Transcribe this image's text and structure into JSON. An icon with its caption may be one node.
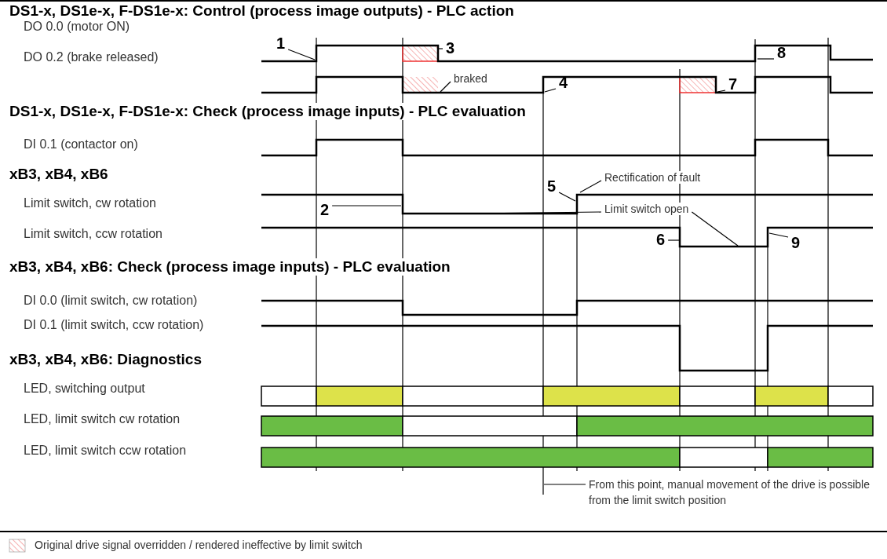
{
  "diagram": {
    "nodes": [
      {
        "text": [
          "1"
        ]
      },
      {
        "text": [
          "3"
        ]
      },
      {
        "text": [
          "8"
        ]
      },
      {
        "text": [
          "braked"
        ]
      },
      {
        "text": [
          "4"
        ]
      },
      {
        "text": [
          "7"
        ]
      },
      {
        "text": [
          "Rectification of fault"
        ]
      },
      {
        "text": [
          "5"
        ]
      },
      {
        "text": [
          "2"
        ]
      },
      {
        "text": [
          "Limit switch open"
        ]
      },
      {
        "text": [
          "6"
        ]
      },
      {
        "text": [
          "9"
        ]
      },
      {
        "text": [
          "From this point, manual movement of the drive is possible from the limit switch position"
        ]
      }
    ],
    "edges": [
      {
        "from": 0,
        "to": null,
        "arrow": "none"
      },
      {
        "from": 1,
        "to": null,
        "arrow": "none"
      },
      {
        "from": 2,
        "to": null,
        "arrow": "none"
      },
      {
        "from": 3,
        "to": null,
        "arrow": "none"
      },
      {
        "from": 4,
        "to": null,
        "arrow": "none"
      },
      {
        "from": 5,
        "to": null,
        "arrow": "none"
      },
      {
        "from": 6,
        "to": null,
        "arrow": "none"
      },
      {
        "from": 7,
        "to": null,
        "arrow": "none"
      },
      {
        "from": 8,
        "to": null,
        "arrow": "none"
      },
      {
        "from": 9,
        "to": null,
        "arrow": "none"
      },
      {
        "from": 9,
        "to": null,
        "arrow": "none"
      },
      {
        "from": 10,
        "to": null,
        "arrow": "none"
      },
      {
        "from": 11,
        "to": null,
        "arrow": "none"
      },
      {
        "from": 12,
        "to": null,
        "arrow": "none"
      }
    ],
    "labels": [
      "DS1-x, DS1e-x, F-DS1e-x: Control (process image outputs) - PLC action",
      "DO 0.0 (motor ON)",
      "DO 0.2 (brake released)",
      "DS1-x, DS1e-x, F-DS1e-x: Check (process image inputs) - PLC evaluation",
      "DI 0.1 (contactor on)",
      "xB3, xB4, xB6",
      "Limit switch, cw rotation",
      "Limit switch, ccw rotation",
      "xB3, xB4, xB6: Check (process image inputs) - PLC evaluation",
      "DI 0.0 (limit switch, cw rotation)",
      "DI 0.1 (limit switch, ccw rotation)",
      "xB3, xB4, xB6: Diagnostics",
      "LED, switching output",
      "LED, limit switch cw rotation",
      "LED, limit switch ccw rotation"
    ],
    "legend": [
      {
        "text": "Original drive signal overridden / rendered ineffective by limit switch"
      }
    ]
  }
}
